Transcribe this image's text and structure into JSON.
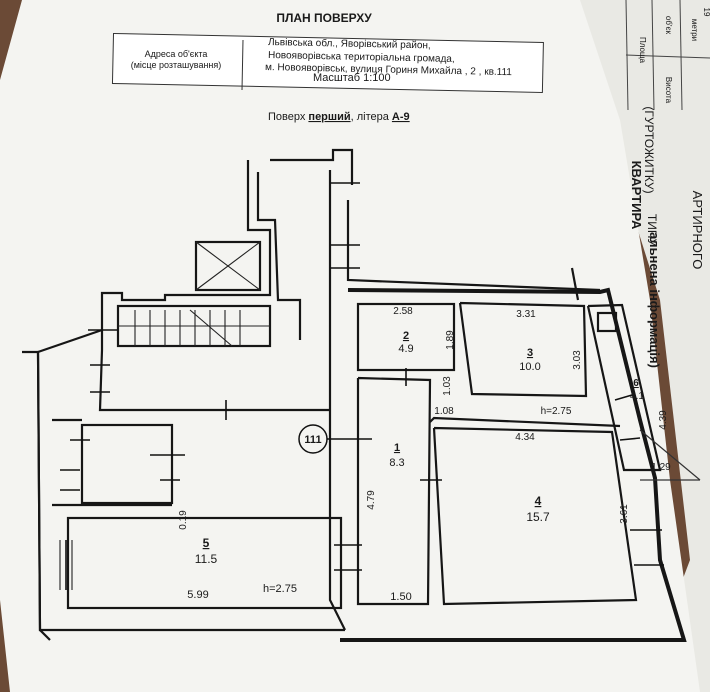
{
  "title": "ПЛАН ПОВЕРХУ",
  "address": {
    "label_line1": "Адреса об'єкта",
    "label_line2": "(місце розташування)",
    "line1": "Львівська обл.,          Яворівський район,",
    "line2": "Новояворівська територіальна громада,",
    "line3": "м. Новояворівськ, вулиця Гориня Михайла , 2 , кв.111"
  },
  "scale": "Масштаб 1:100",
  "floor": {
    "prefix": "Поверх ",
    "name": "перший",
    "middle": ", літера ",
    "letter": "А-9"
  },
  "apartment_number": "111",
  "rooms": [
    {
      "id": "1",
      "area": "8.3"
    },
    {
      "id": "2",
      "area": "4.9"
    },
    {
      "id": "3",
      "area": "10.0"
    },
    {
      "id": "4",
      "area": "15.7"
    },
    {
      "id": "5",
      "area": "11.5"
    },
    {
      "id": "6",
      "area": "4.1"
    }
  ],
  "dimensions": {
    "r2_width": "2.58",
    "r2_height": "1.89",
    "r3_width": "3.31",
    "r3_height": "3.03",
    "r1_top": "1.03",
    "r1_width_top": "1.08",
    "r1_length": "4.79",
    "r1_bottom": "1.50",
    "r4_width": "4.34",
    "r4_height": "3.61",
    "r6_height": "4.39",
    "r6_width": "1.29",
    "r5_width": "5.99",
    "r5_offset": "0.19",
    "ceiling_height_1": "h=2.75",
    "ceiling_height_2": "h=2.75"
  },
  "side_sheet": {
    "vertical_title_line1": "КВАРТИРА",
    "vertical_title_line2": "(ГУРТОЖИТКУ)",
    "vertical_title_line3": "ТИПУ",
    "vertical_title_line4": "АРТИРНОГО",
    "vertical_title_line5": "альнена інформація)",
    "header_cells": [
      "Площа",
      "Висота",
      "об'єк",
      "метри"
    ],
    "page_number": "19"
  }
}
